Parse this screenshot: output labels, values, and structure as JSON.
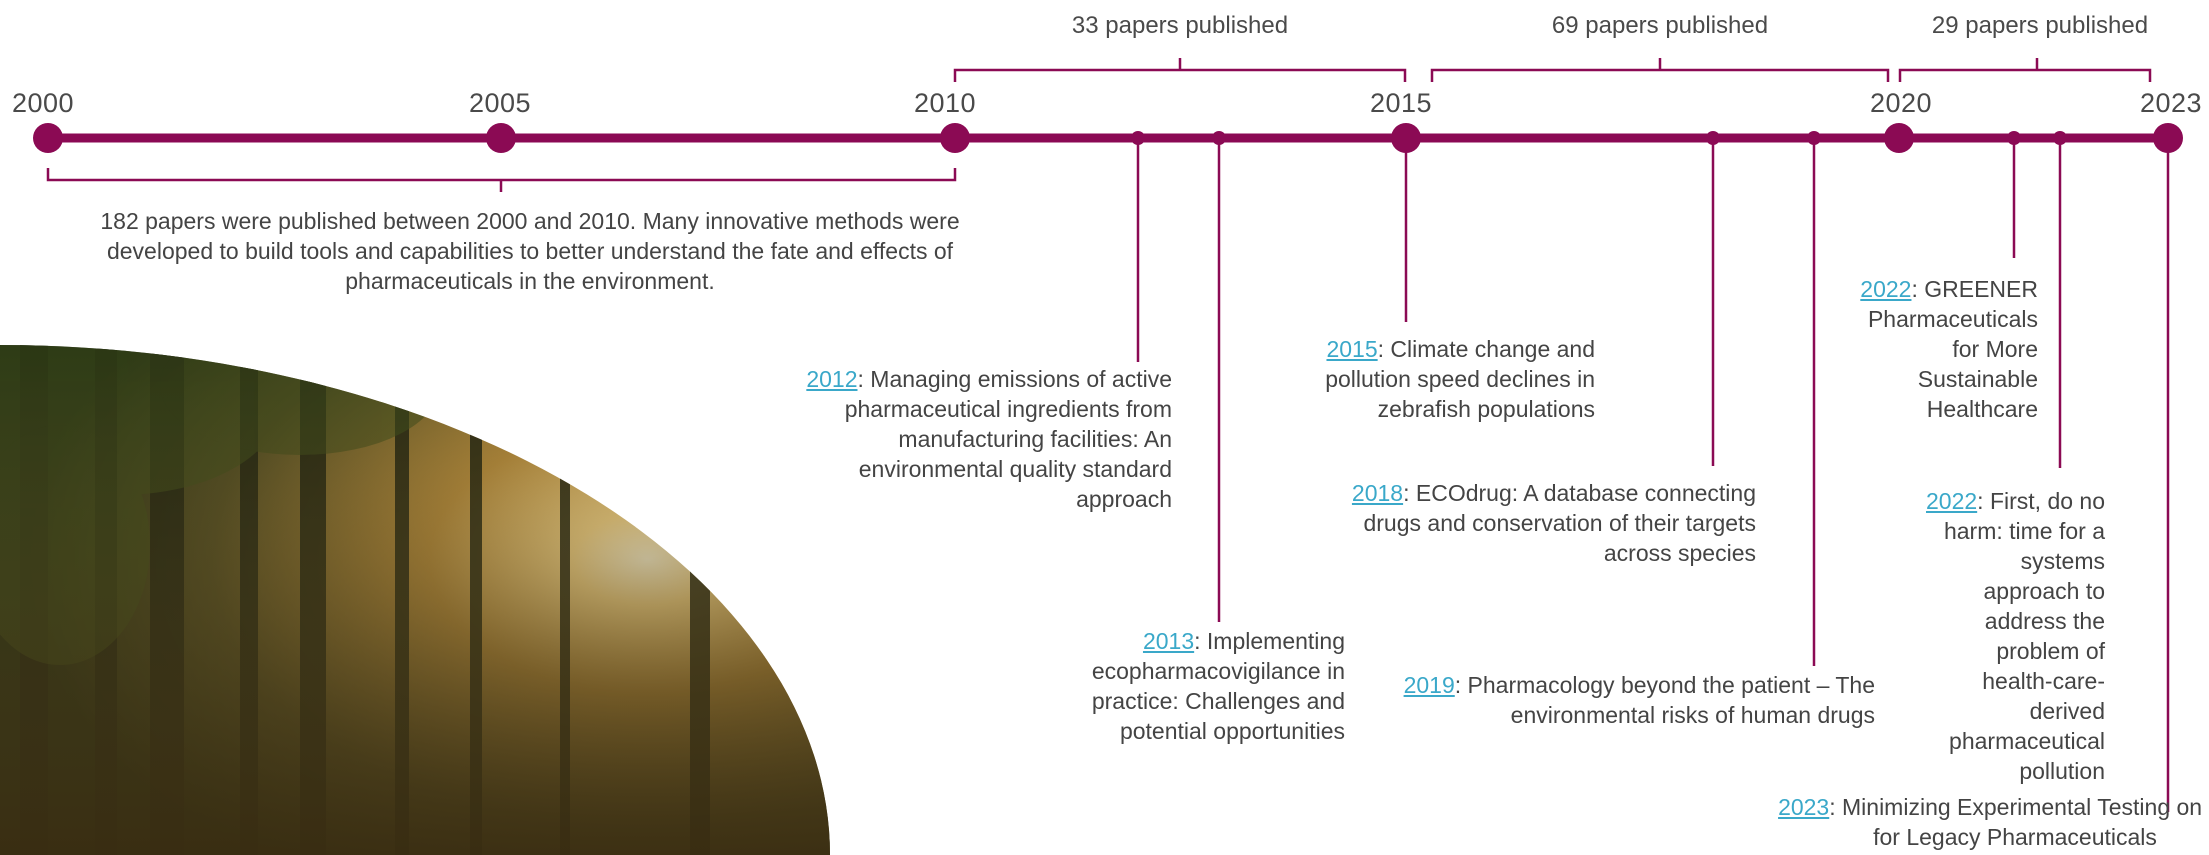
{
  "colors": {
    "line": "#8b0a54",
    "link": "#3aa8c9",
    "text": "#444444"
  },
  "image": {
    "name": "forest-sunlight-photo"
  },
  "years": [
    "2000",
    "2005",
    "2010",
    "2015",
    "2020",
    "2023"
  ],
  "brackets": {
    "b2010_2015": "33 papers published",
    "b2015_2020": "69 papers published",
    "b2020_2023": "29 papers published"
  },
  "summary": "182 papers were published between 2000 and 2010. Many innovative methods were developed to build tools and capabilities to better understand the fate and effects of pharmaceuticals in the environment.",
  "events": {
    "e2012": {
      "year": "2012",
      "text": ": Managing emissions of active pharmaceutical ingredients from manufacturing facilities: An environmental quality standard approach"
    },
    "e2013": {
      "year": "2013",
      "text": ": Implementing ecopharmacovigilance in practice: Challenges and potential opportunities"
    },
    "e2015": {
      "year": "2015",
      "text": ": Climate change and pollution speed declines in zebrafish populations"
    },
    "e2018": {
      "year": "2018",
      "text": ": ECOdrug: A database connecting drugs and conservation of their targets across species"
    },
    "e2019": {
      "year": "2019",
      "text": ": Pharmacology beyond the patient – The environmental risks of human drugs"
    },
    "e2022a": {
      "year": "2022",
      "text": ": GREENER Pharmaceuticals for More Sustainable Healthcare"
    },
    "e2022b": {
      "year": "2022",
      "text": ": First, do no harm: time for a systems approach to address the problem of health-care-derived pharmaceutical pollution"
    },
    "e2023": {
      "year": "2023",
      "text": ": Minimizing Experimental Testing on Fish for Legacy Pharmaceuticals"
    }
  }
}
